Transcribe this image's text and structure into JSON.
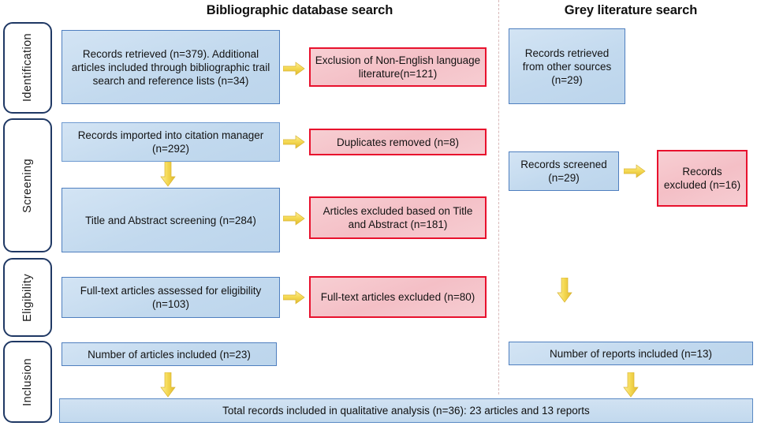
{
  "headers": {
    "left": "Bibliographic database search",
    "right": "Grey literature search"
  },
  "stages": [
    {
      "label": "Identification"
    },
    {
      "label": "Screening"
    },
    {
      "label": "Eligibility"
    },
    {
      "label": "Inclusion"
    }
  ],
  "left_column": {
    "identification_box": "Records retrieved (n=379). Additional articles included through bibliographic trail search and reference lists (n=34)",
    "identification_exclusion": "Exclusion of Non-English language literature(n=121)",
    "citation_manager_box": "Records imported into citation manager (n=292)",
    "duplicates_removed": "Duplicates removed (n=8)",
    "title_abstract_box": "Title and Abstract screening (n=284)",
    "title_abstract_exclusion": "Articles excluded based on Title and Abstract (n=181)",
    "fulltext_box": "Full-text articles assessed for eligibility (n=103)",
    "fulltext_exclusion": "Full-text articles excluded (n=80)",
    "included_box": "Number of articles included (n=23)"
  },
  "right_column": {
    "identification_box": "Records retrieved from other sources (n=29)",
    "screened_box": "Records screened (n=29)",
    "excluded_box": "Records excluded (n=16)",
    "included_box": "Number of reports included  (n=13)"
  },
  "total_bar": "Total records included in qualitative analysis (n=36): 23 articles and 13 reports",
  "colors": {
    "blue_fill": "#c6dcef",
    "blue_border": "#4f7fbf",
    "red_fill": "#f4c3c9",
    "red_border": "#e8112d",
    "arrow_yellow": "#f2d74e",
    "stage_border": "#1f3864",
    "divider": "#d8b9b9"
  }
}
